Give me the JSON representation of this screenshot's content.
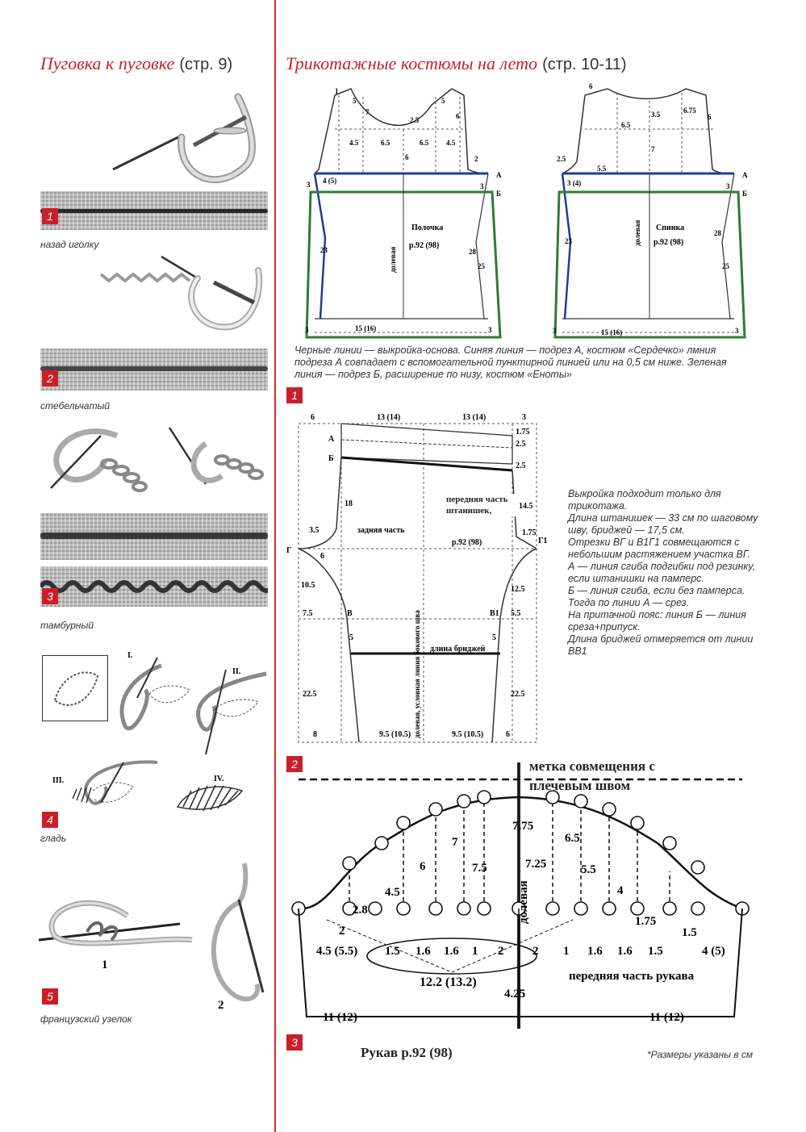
{
  "left": {
    "heading": "Пуговка к пуговке",
    "heading_page": "(стр. 9)",
    "items": [
      {
        "num": "1",
        "caption": "назад иголку"
      },
      {
        "num": "2",
        "caption": "стебельчатый"
      },
      {
        "num": "3",
        "caption": "тамбурный"
      },
      {
        "num": "4",
        "caption": "гладь",
        "stages": [
          "I.",
          "II.",
          "III.",
          "IV."
        ]
      },
      {
        "num": "5",
        "caption": "французский узелок",
        "steps": [
          "1",
          "2"
        ]
      }
    ]
  },
  "right": {
    "heading": "Трикотажные костюмы на лето",
    "heading_page": "(стр. 10-11)",
    "fig1": {
      "num": "1",
      "front_label": "Полочка",
      "front_size": "р.92 (98)",
      "back_label": "Спинка",
      "back_size": "р.92 (98)",
      "grain": "долевая",
      "front_nums": [
        "1",
        "5",
        "5",
        "7",
        "6",
        "2.5",
        "4.5",
        "6.5",
        "6",
        "6.5",
        "4.5",
        "2",
        "4 (5)",
        "3",
        "3",
        "23",
        "28",
        "25",
        "15 (16)",
        "3",
        "3"
      ],
      "back_nums": [
        "6",
        "3.5",
        "6.75",
        "6",
        "6.5",
        "7",
        "2.5",
        "5.5",
        "3 (4)",
        "3",
        "23",
        "28",
        "25",
        "15 (16)",
        "3",
        "3"
      ],
      "letters": [
        "А",
        "Б",
        "А",
        "Б"
      ],
      "note": "Черные линии — выкройка-основа. Синяя линия — подрез А, костюм «Сердечко» лмния подреза А совпадает с вспомогательной пунктирной линией или на 0,5 см ниже. Зеленая линия — подрез Б, расширение по низу, костюм «Еноты»"
    },
    "fig2": {
      "num": "2",
      "back_label": "задняя часть",
      "front_label": "передняя часть штанишек,",
      "front_size": "р.92 (98)",
      "grain_line": "долевая, условная линия бокового шва",
      "bridges": "длина бриджей",
      "nums": [
        "6",
        "13 (14)",
        "13 (14)",
        "3",
        "1.75",
        "2.5",
        "2.5",
        "18",
        "14.5",
        "3.5",
        "6",
        "1.75",
        "10.5",
        "12.5",
        "7.5",
        "5.5",
        "5",
        "5",
        "22.5",
        "22.5",
        "8",
        "9.5 (10.5)",
        "9.5 (10.5)",
        "6"
      ],
      "letters": [
        "А",
        "Б",
        "Г",
        "Г1",
        "В",
        "В1"
      ],
      "notes": [
        "Выкройка подходит только для трикотажа.",
        "Длина штанишек — 33 см по шаговому шву, бриджей — 17,5 см.",
        "Отрезки ВГ и В1Г1 совмещаются с небольшим растяжением участка ВГ.",
        "А — линия сгиба подгибки под резинку, если штанишки на памперс.",
        "Б — линия сгиба, если без памперса. Тогда по линии А — срез.",
        "На притачной пояс: линия Б — линия среза+припуск.",
        "Длина бриджей отмеряется от линии ВВ1"
      ]
    },
    "fig3": {
      "num": "3",
      "mark": "метка совмещения с плечевым швом",
      "grain": "долевая",
      "front_part": "передняя часть рукава",
      "title": "Рукав р.92 (98)",
      "nums": [
        "7.75",
        "6.5",
        "7",
        "7.5",
        "7.25",
        "5.5",
        "6",
        "4",
        "4.5",
        "2.8",
        "1.75",
        "2",
        "1.5",
        "4.5 (5.5)",
        "1.5",
        "1.6",
        "1.6",
        "1",
        "2",
        "2",
        "1",
        "1.6",
        "1.6",
        "1.5",
        "4 (5)",
        "12.2 (13.2)",
        "4.25",
        "11 (12)",
        "11 (12)"
      ]
    },
    "footnote": "*Размеры указаны в см"
  }
}
